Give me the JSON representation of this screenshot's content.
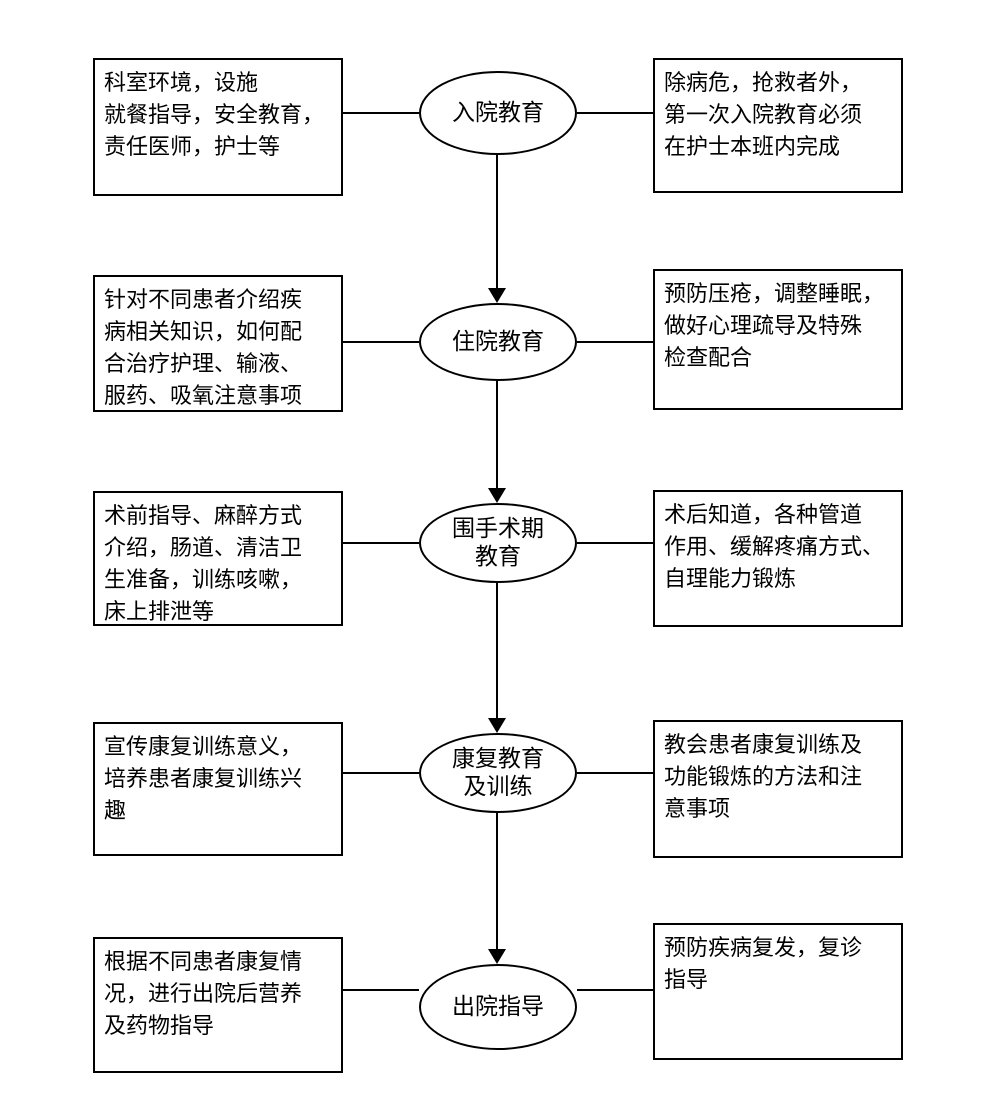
{
  "page": {
    "background_color": "#ffffff",
    "line_color": "#000000",
    "text_color": "#000000"
  },
  "flowchart": {
    "stages": [
      {
        "ellipse": "入院教育",
        "left": "科室环境，设施\n就餐指导，安全教育，\n责任医师，护士等",
        "right": "除病危，抢救者外，\n第一次入院教育必须\n在护士本班内完成"
      },
      {
        "ellipse": "住院教育",
        "left": "针对不同患者介绍疾\n病相关知识，如何配\n合治疗护理、输液、\n服药、吸氧注意事项",
        "right": "预防压疮，调整睡眠，\n做好心理疏导及特殊\n检查配合"
      },
      {
        "ellipse": "围手术期\n教育",
        "left": "术前指导、麻醉方式\n介绍，肠道、清洁卫\n生准备，训练咳嗽，\n床上排泄等",
        "right": "术后知道，各种管道\n作用、缓解疼痛方式、\n自理能力锻炼"
      },
      {
        "ellipse": "康复教育\n及训练",
        "left": "宣传康复训练意义，\n培养患者康复训练兴\n趣",
        "right": "教会患者康复训练及\n功能锻炼的方法和注\n意事项"
      },
      {
        "ellipse": "出院指导",
        "left": "根据不同患者康复情\n况，进行出院后营养\n及药物指导",
        "right": "预防疾病复发，复诊\n指导"
      }
    ]
  }
}
